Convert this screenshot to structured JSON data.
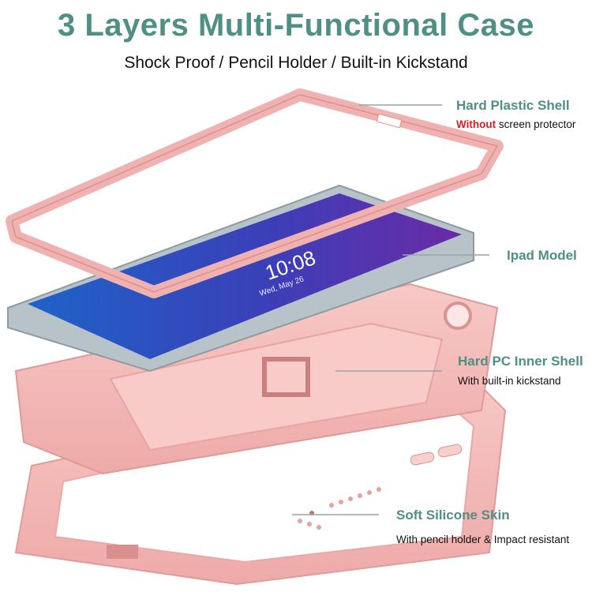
{
  "header": {
    "title": "3 Layers Multi-Functional Case",
    "subtitle": "Shock Proof / Pencil Holder / Built-in Kickstand"
  },
  "layers": [
    {
      "label": "Hard Plastic Shell",
      "desc_highlight": "Without",
      "desc": " screen protector"
    },
    {
      "label": "Ipad Model"
    },
    {
      "label": "Hard PC Inner Shell",
      "desc": "With built-in kickstand"
    },
    {
      "label": "Soft Silicone Skin",
      "desc": "With pencil holder & Impact resistant"
    }
  ],
  "tablet_screen": {
    "time": "10:08",
    "date": "Wed, May 26"
  },
  "colors": {
    "accent": "#4f8f84",
    "highlight": "#d42020",
    "case_pink": "#f3b9b9",
    "case_pink_dark": "#e29a9a",
    "screen_purple": "#5b2aa0"
  }
}
